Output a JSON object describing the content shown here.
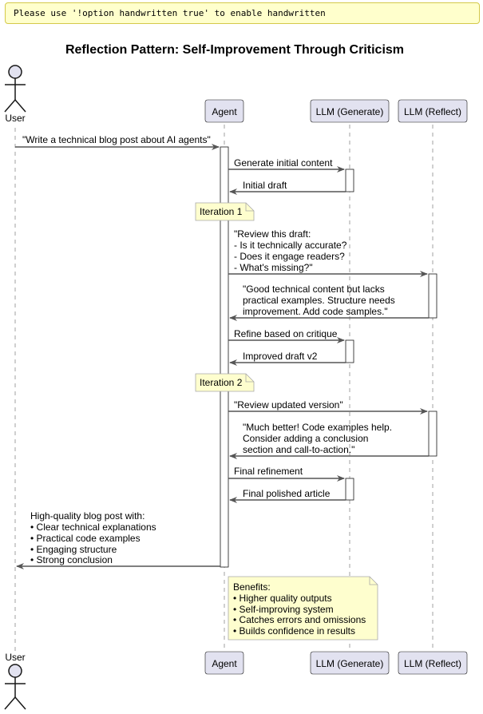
{
  "warning": "Please use '!option handwritten true' to enable handwritten",
  "title": "Reflection Pattern: Self-Improvement Through Criticism",
  "participants": {
    "user": "User",
    "agent": "Agent",
    "llm_generate": "LLM (Generate)",
    "llm_reflect": "LLM (Reflect)"
  },
  "messages": [
    {
      "from": "User",
      "to": "Agent",
      "lines": [
        "\"Write a technical blog post about AI agents\""
      ]
    },
    {
      "from": "Agent",
      "to": "LLM (Generate)",
      "lines": [
        "Generate initial content"
      ]
    },
    {
      "from": "LLM (Generate)",
      "to": "Agent",
      "lines": [
        "Initial draft"
      ]
    },
    {
      "from": "Agent",
      "to": "LLM (Reflect)",
      "lines": [
        "\"Review this draft:",
        "- Is it technically accurate?",
        "- Does it engage readers?",
        "- What's missing?\""
      ]
    },
    {
      "from": "LLM (Reflect)",
      "to": "Agent",
      "lines": [
        "\"Good technical content but lacks",
        "practical examples. Structure needs",
        "improvement. Add code samples.\""
      ]
    },
    {
      "from": "Agent",
      "to": "LLM (Generate)",
      "lines": [
        "Refine based on critique"
      ]
    },
    {
      "from": "LLM (Generate)",
      "to": "Agent",
      "lines": [
        "Improved draft v2"
      ]
    },
    {
      "from": "Agent",
      "to": "LLM (Reflect)",
      "lines": [
        "\"Review updated version\""
      ]
    },
    {
      "from": "LLM (Reflect)",
      "to": "Agent",
      "lines": [
        "\"Much better! Code examples help.",
        "Consider adding a conclusion",
        "section and call-to-action.\""
      ]
    },
    {
      "from": "Agent",
      "to": "LLM (Generate)",
      "lines": [
        "Final refinement"
      ]
    },
    {
      "from": "LLM (Generate)",
      "to": "Agent",
      "lines": [
        "Final polished article"
      ]
    },
    {
      "from": "Agent",
      "to": "User",
      "lines": [
        "High-quality blog post with:",
        "• Clear technical explanations",
        "• Practical code examples",
        "• Engaging structure",
        "• Strong conclusion"
      ]
    }
  ],
  "notes": {
    "iteration1": "Iteration 1",
    "iteration2": "Iteration 2",
    "benefits": [
      "Benefits:",
      "• Higher quality outputs",
      "• Self-improving system",
      "• Catches errors and omissions",
      "• Builds confidence in results"
    ]
  },
  "colors": {
    "participant_fill": "#e2e2f0",
    "participant_border": "#181818",
    "note_fill": "#fefece",
    "note_border": "#a8a8a8",
    "arrow": "#555555",
    "lifeline": "#a0a0a0"
  }
}
